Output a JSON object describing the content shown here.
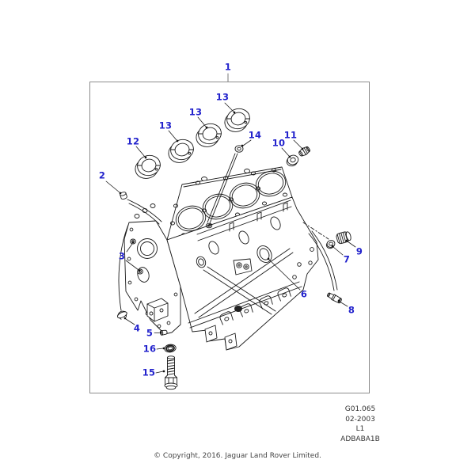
{
  "diagram": {
    "callouts": [
      {
        "label": "1"
      },
      {
        "label": "2"
      },
      {
        "label": "3"
      },
      {
        "label": "4"
      },
      {
        "label": "5"
      },
      {
        "label": "6"
      },
      {
        "label": "7"
      },
      {
        "label": "8"
      },
      {
        "label": "9"
      },
      {
        "label": "10"
      },
      {
        "label": "11"
      },
      {
        "label": "12"
      },
      {
        "label": "13"
      },
      {
        "label": "13"
      },
      {
        "label": "13"
      },
      {
        "label": "14"
      },
      {
        "label": "15"
      },
      {
        "label": "16"
      }
    ],
    "callout_color": "#2222cc",
    "line_color": "#1a1a1a",
    "frame_color": "#8c8c8c"
  },
  "footer": {
    "doc_code": "G01.065",
    "doc_date": "02-2003",
    "sheet_code": "L1",
    "drawing_code": "ADBABA1B",
    "copyright": "© Copyright, 2016. Jaguar Land Rover Limited."
  }
}
